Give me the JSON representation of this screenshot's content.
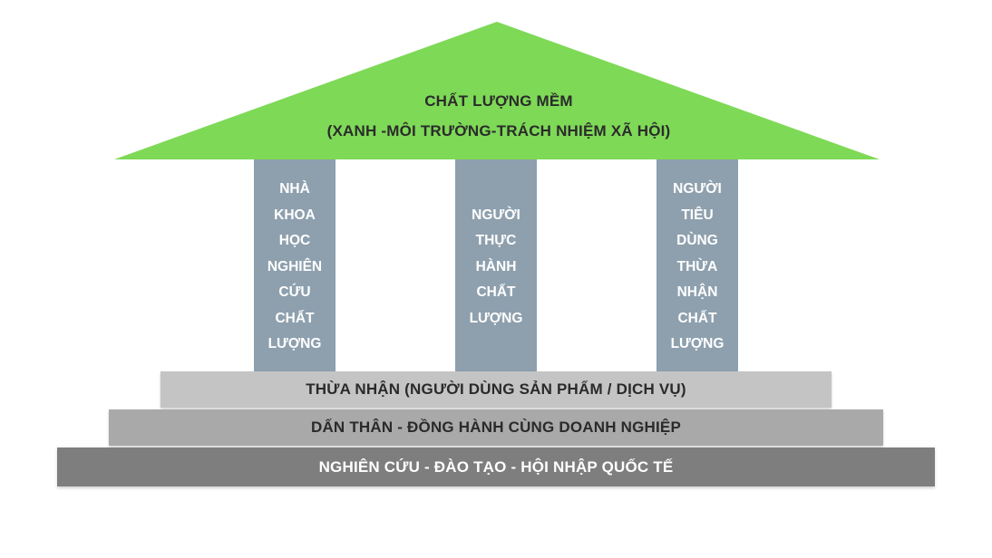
{
  "colors": {
    "roof": "#7ed957",
    "roof_text": "#2b2b2b",
    "pillar": "#8ea0ae",
    "pillar_text": "#ffffff",
    "step_1": "#c4c4c4",
    "step_1_text": "#2a2a2a",
    "step_2": "#a9a9a9",
    "step_2_text": "#2a2a2a",
    "step_3": "#7e7e7e",
    "step_3_text": "#ffffff"
  },
  "roof": {
    "line_1": "CHẤT LƯỢNG MỀM",
    "line_2": "(XANH -MÔI TRƯỜNG-TRÁCH NHIỆM XÃ HỘI)"
  },
  "pillars": [
    {
      "words": [
        "NHÀ",
        "KHOA",
        "HỌC",
        "NGHIÊN",
        "CỨU",
        "CHẤT",
        "LƯỢNG"
      ]
    },
    {
      "words": [
        "NGƯỜI",
        "THỰC",
        "HÀNH",
        "CHẤT",
        "LƯỢNG"
      ]
    },
    {
      "words": [
        "NGƯỜI",
        "TIÊU",
        "DÙNG",
        "THỪA",
        "NHẬN",
        "CHẤT",
        "LƯỢNG"
      ]
    }
  ],
  "steps": {
    "step_1": "THỪA NHẬN (NGƯỜI DÙNG SẢN PHẨM / DỊCH VỤ)",
    "step_2": "DẤN THÂN - ĐỒNG HÀNH CÙNG DOANH NGHIỆP",
    "step_3": "NGHIÊN CỨU - ĐÀO TẠO - HỘI NHẬP QUỐC TẾ"
  }
}
